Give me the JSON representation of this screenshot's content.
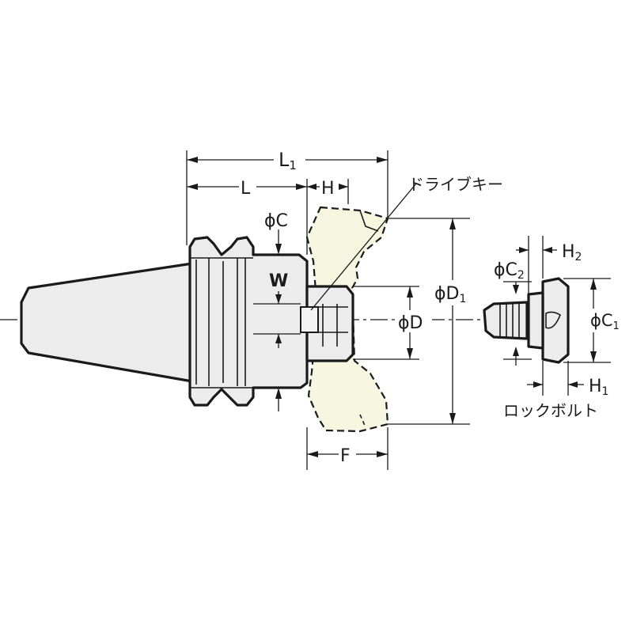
{
  "labels": {
    "L1_main": "L",
    "L1_sub": "1",
    "L": "L",
    "H": "H",
    "phiC": "ϕC",
    "W": "W",
    "phiD": "ϕD",
    "phiD1_main": "ϕD",
    "phiD1_sub": "1",
    "F": "F",
    "phiC2_main": "ϕC",
    "phiC2_sub": "2",
    "H2_main": "H",
    "H2_sub": "2",
    "phiC1_main": "ϕC",
    "phiC1_sub": "1",
    "H1_main": "H",
    "H1_sub": "1",
    "drive_key": "ドライブキー",
    "lock_bolt": "ロックボルト"
  }
}
